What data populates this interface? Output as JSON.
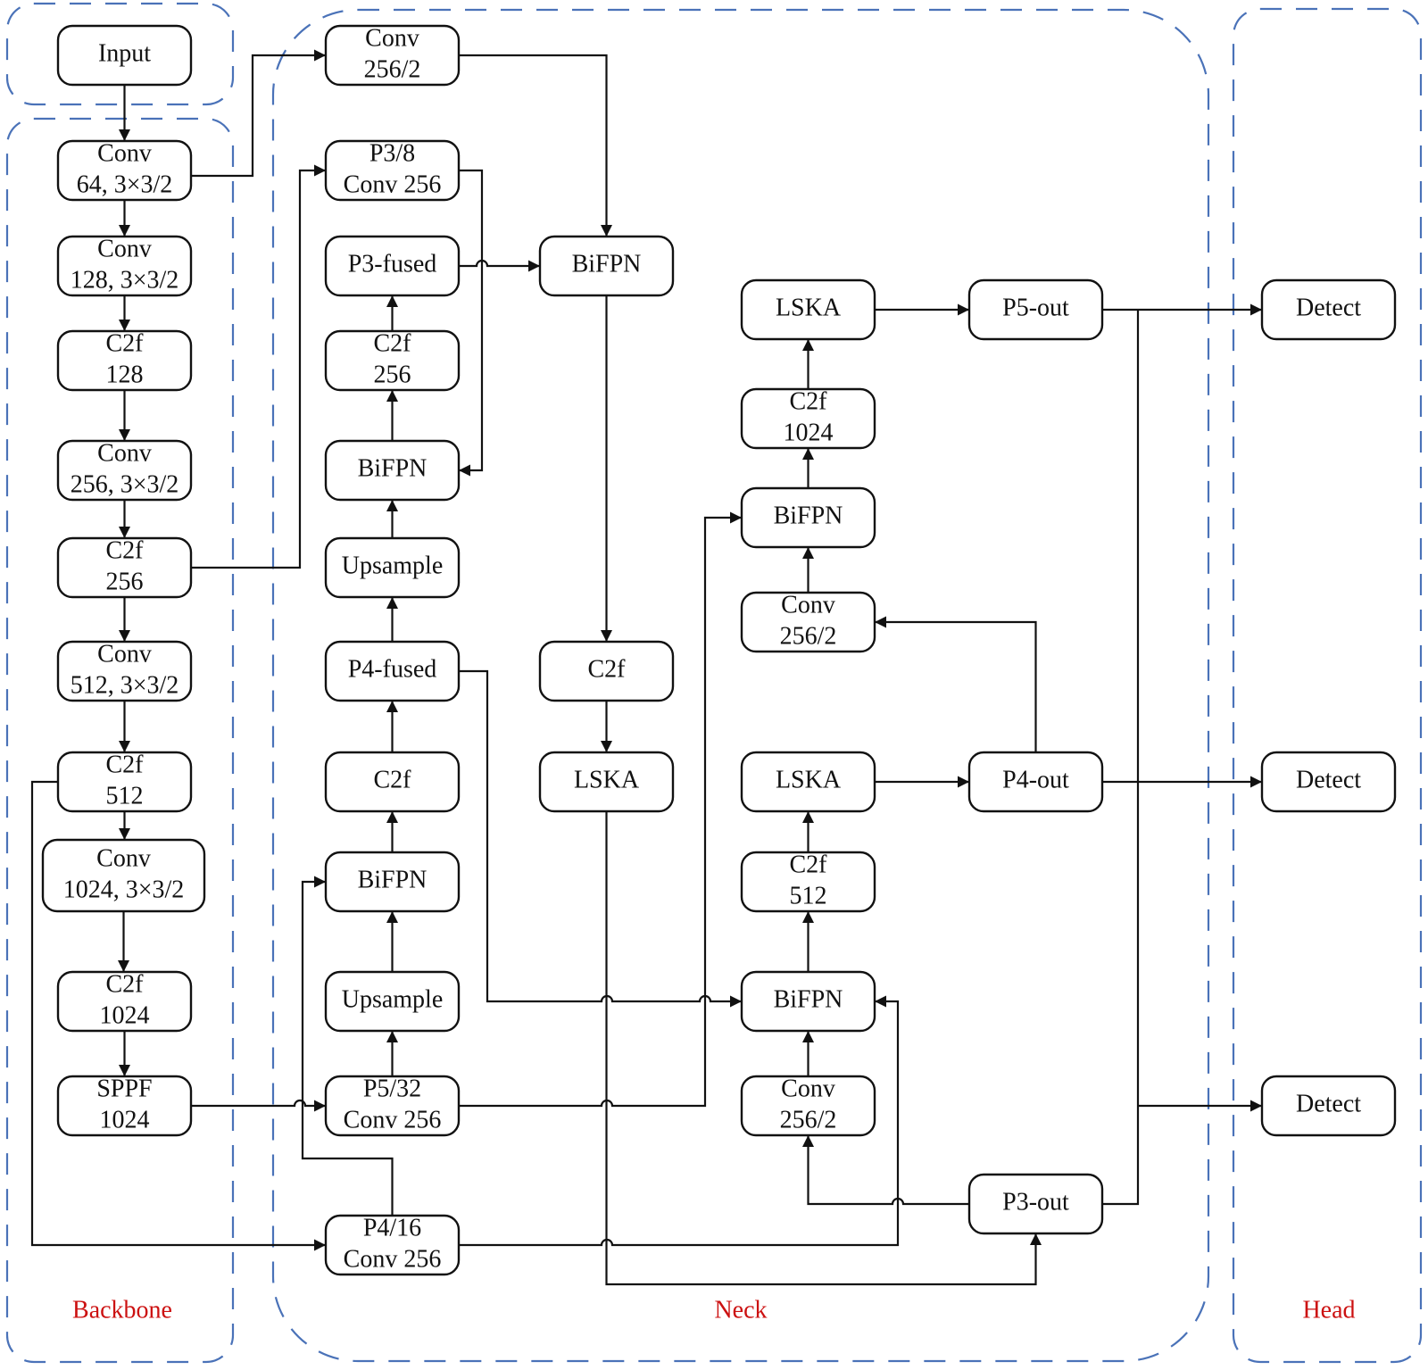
{
  "colors": {
    "region_border": "#4a72b8",
    "region_label": "#cc1111",
    "node_border": "#111111",
    "edge": "#111111"
  },
  "regions": [
    {
      "id": "input",
      "label": ""
    },
    {
      "id": "backbone",
      "label": "Backbone"
    },
    {
      "id": "neck",
      "label": "Neck"
    },
    {
      "id": "head",
      "label": "Head"
    }
  ],
  "nodes": [
    {
      "id": "input",
      "region": "input",
      "lines": [
        "Input"
      ]
    },
    {
      "id": "b_conv64",
      "region": "backbone",
      "lines": [
        "Conv",
        "64, 3×3/2"
      ]
    },
    {
      "id": "b_conv128",
      "region": "backbone",
      "lines": [
        "Conv",
        "128, 3×3/2"
      ]
    },
    {
      "id": "b_c2f128",
      "region": "backbone",
      "lines": [
        "C2f",
        "128"
      ]
    },
    {
      "id": "b_conv256",
      "region": "backbone",
      "lines": [
        "Conv",
        "256, 3×3/2"
      ]
    },
    {
      "id": "b_c2f256",
      "region": "backbone",
      "lines": [
        "C2f",
        "256"
      ]
    },
    {
      "id": "b_conv512",
      "region": "backbone",
      "lines": [
        "Conv",
        "512, 3×3/2"
      ]
    },
    {
      "id": "b_c2f512",
      "region": "backbone",
      "lines": [
        "C2f",
        "512"
      ]
    },
    {
      "id": "b_conv1024",
      "region": "backbone",
      "lines": [
        "Conv",
        "1024, 3×3/2"
      ]
    },
    {
      "id": "b_c2f1024",
      "region": "backbone",
      "lines": [
        "C2f",
        "1024"
      ]
    },
    {
      "id": "b_sppf",
      "region": "backbone",
      "lines": [
        "SPPF",
        "1024"
      ]
    },
    {
      "id": "n_conv256_top",
      "region": "neck",
      "lines": [
        "Conv",
        "256/2"
      ]
    },
    {
      "id": "n_p3_8",
      "region": "neck",
      "lines": [
        "P3/8",
        "Conv 256"
      ]
    },
    {
      "id": "n_p3fused",
      "region": "neck",
      "lines": [
        "P3-fused"
      ]
    },
    {
      "id": "n_c2f256",
      "region": "neck",
      "lines": [
        "C2f",
        "256"
      ]
    },
    {
      "id": "n_bifpn_a",
      "region": "neck",
      "lines": [
        "BiFPN"
      ]
    },
    {
      "id": "n_upsample_a",
      "region": "neck",
      "lines": [
        "Upsample"
      ]
    },
    {
      "id": "n_p4fused",
      "region": "neck",
      "lines": [
        "P4-fused"
      ]
    },
    {
      "id": "n_c2f_a",
      "region": "neck",
      "lines": [
        "C2f"
      ]
    },
    {
      "id": "n_bifpn_b",
      "region": "neck",
      "lines": [
        "BiFPN"
      ]
    },
    {
      "id": "n_upsample_b",
      "region": "neck",
      "lines": [
        "Upsample"
      ]
    },
    {
      "id": "n_p5_32",
      "region": "neck",
      "lines": [
        "P5/32",
        "Conv 256"
      ]
    },
    {
      "id": "n_p4_16",
      "region": "neck",
      "lines": [
        "P4/16",
        "Conv 256"
      ]
    },
    {
      "id": "n_bifpn_c",
      "region": "neck",
      "lines": [
        "BiFPN"
      ]
    },
    {
      "id": "n_c2f_b",
      "region": "neck",
      "lines": [
        "C2f"
      ]
    },
    {
      "id": "n_lska_a",
      "region": "neck",
      "lines": [
        "LSKA"
      ]
    },
    {
      "id": "n_lska_top",
      "region": "neck",
      "lines": [
        "LSKA"
      ]
    },
    {
      "id": "n_c2f1024",
      "region": "neck",
      "lines": [
        "C2f",
        "1024"
      ]
    },
    {
      "id": "n_bifpn_d",
      "region": "neck",
      "lines": [
        "BiFPN"
      ]
    },
    {
      "id": "n_conv256_mid",
      "region": "neck",
      "lines": [
        "Conv",
        "256/2"
      ]
    },
    {
      "id": "n_lska_mid",
      "region": "neck",
      "lines": [
        "LSKA"
      ]
    },
    {
      "id": "n_c2f512",
      "region": "neck",
      "lines": [
        "C2f",
        "512"
      ]
    },
    {
      "id": "n_bifpn_e",
      "region": "neck",
      "lines": [
        "BiFPN"
      ]
    },
    {
      "id": "n_conv256_bot",
      "region": "neck",
      "lines": [
        "Conv",
        "256/2"
      ]
    },
    {
      "id": "n_p5out",
      "region": "neck",
      "lines": [
        "P5-out"
      ]
    },
    {
      "id": "n_p4out",
      "region": "neck",
      "lines": [
        "P4-out"
      ]
    },
    {
      "id": "n_p3out",
      "region": "neck",
      "lines": [
        "P3-out"
      ]
    },
    {
      "id": "h_detect1",
      "region": "head",
      "lines": [
        "Detect"
      ]
    },
    {
      "id": "h_detect2",
      "region": "head",
      "lines": [
        "Detect"
      ]
    },
    {
      "id": "h_detect3",
      "region": "head",
      "lines": [
        "Detect"
      ]
    }
  ],
  "edges": [
    {
      "from": "input",
      "to": "b_conv64"
    },
    {
      "from": "b_conv64",
      "to": "b_conv128"
    },
    {
      "from": "b_conv128",
      "to": "b_c2f128"
    },
    {
      "from": "b_c2f128",
      "to": "b_conv256"
    },
    {
      "from": "b_conv256",
      "to": "b_c2f256"
    },
    {
      "from": "b_c2f256",
      "to": "b_conv512"
    },
    {
      "from": "b_conv512",
      "to": "b_c2f512"
    },
    {
      "from": "b_c2f512",
      "to": "b_conv1024"
    },
    {
      "from": "b_conv1024",
      "to": "b_c2f1024"
    },
    {
      "from": "b_c2f1024",
      "to": "b_sppf"
    },
    {
      "from": "b_conv64",
      "to": "n_conv256_top"
    },
    {
      "from": "b_c2f256",
      "to": "n_p3_8"
    },
    {
      "from": "b_c2f512",
      "to": "n_p4_16"
    },
    {
      "from": "b_sppf",
      "to": "n_p5_32"
    },
    {
      "from": "n_conv256_top",
      "to": "n_bifpn_a_center"
    },
    {
      "from": "n_p3_8",
      "to": "n_bifpn_a"
    },
    {
      "from": "n_p3fused",
      "to": "n_bifpn_center"
    },
    {
      "from": "n_c2f256",
      "to": "n_p3fused"
    },
    {
      "from": "n_bifpn_a",
      "to": "n_c2f256"
    },
    {
      "from": "n_upsample_a",
      "to": "n_bifpn_a"
    },
    {
      "from": "n_p4fused",
      "to": "n_upsample_a"
    },
    {
      "from": "n_c2f_a",
      "to": "n_p4fused"
    },
    {
      "from": "n_bifpn_b",
      "to": "n_c2f_a"
    },
    {
      "from": "n_upsample_b",
      "to": "n_bifpn_b"
    },
    {
      "from": "n_p5_32",
      "to": "n_upsample_b"
    },
    {
      "from": "n_p4_16",
      "to": "n_bifpn_b"
    },
    {
      "from": "n_p4fused",
      "to": "n_bifpn_e"
    },
    {
      "from": "n_p5_32",
      "to": "n_bifpn_d"
    },
    {
      "from": "n_p4_16",
      "to": "n_bifpn_e"
    },
    {
      "from": "n_bifpn_center",
      "to": "n_c2f_b"
    },
    {
      "from": "n_c2f_b",
      "to": "n_lska_a"
    },
    {
      "from": "n_lska_a",
      "to": "n_p3out"
    },
    {
      "from": "n_p3out",
      "to": "n_conv256_bot"
    },
    {
      "from": "n_conv256_bot",
      "to": "n_bifpn_e"
    },
    {
      "from": "n_bifpn_e",
      "to": "n_c2f512"
    },
    {
      "from": "n_c2f512",
      "to": "n_lska_mid"
    },
    {
      "from": "n_lska_mid",
      "to": "n_p4out"
    },
    {
      "from": "n_p4out",
      "to": "n_conv256_mid"
    },
    {
      "from": "n_conv256_mid",
      "to": "n_bifpn_d"
    },
    {
      "from": "n_bifpn_d",
      "to": "n_c2f1024"
    },
    {
      "from": "n_c2f1024",
      "to": "n_lska_top"
    },
    {
      "from": "n_lska_top",
      "to": "n_p5out"
    },
    {
      "from": "n_p5out",
      "to": "h_detect1"
    },
    {
      "from": "n_p4out",
      "to": "h_detect2"
    },
    {
      "from": "n_p3out",
      "to": "h_detect3"
    }
  ]
}
